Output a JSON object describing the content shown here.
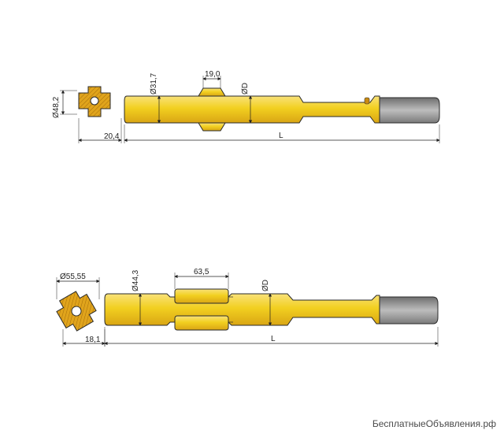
{
  "drawing1": {
    "dim_across": "Ø48,2",
    "dim_flat": "20,4",
    "dim_shank": "Ø31,7",
    "dim_spline": "19,0",
    "dim_body": "ØD",
    "dim_length": "L"
  },
  "drawing2": {
    "dim_across": "Ø55,55",
    "dim_flat": "18,1",
    "dim_shank": "Ø44,3",
    "dim_spline": "63,5",
    "dim_body": "ØD",
    "dim_length": "L"
  },
  "colors": {
    "steel_yellow": "#f0d020",
    "steel_orange": "#d89a14",
    "end_gray": "#9a9a9a",
    "outline": "#2a2a2a"
  },
  "watermark": "БесплатныеОбъявления.рф"
}
